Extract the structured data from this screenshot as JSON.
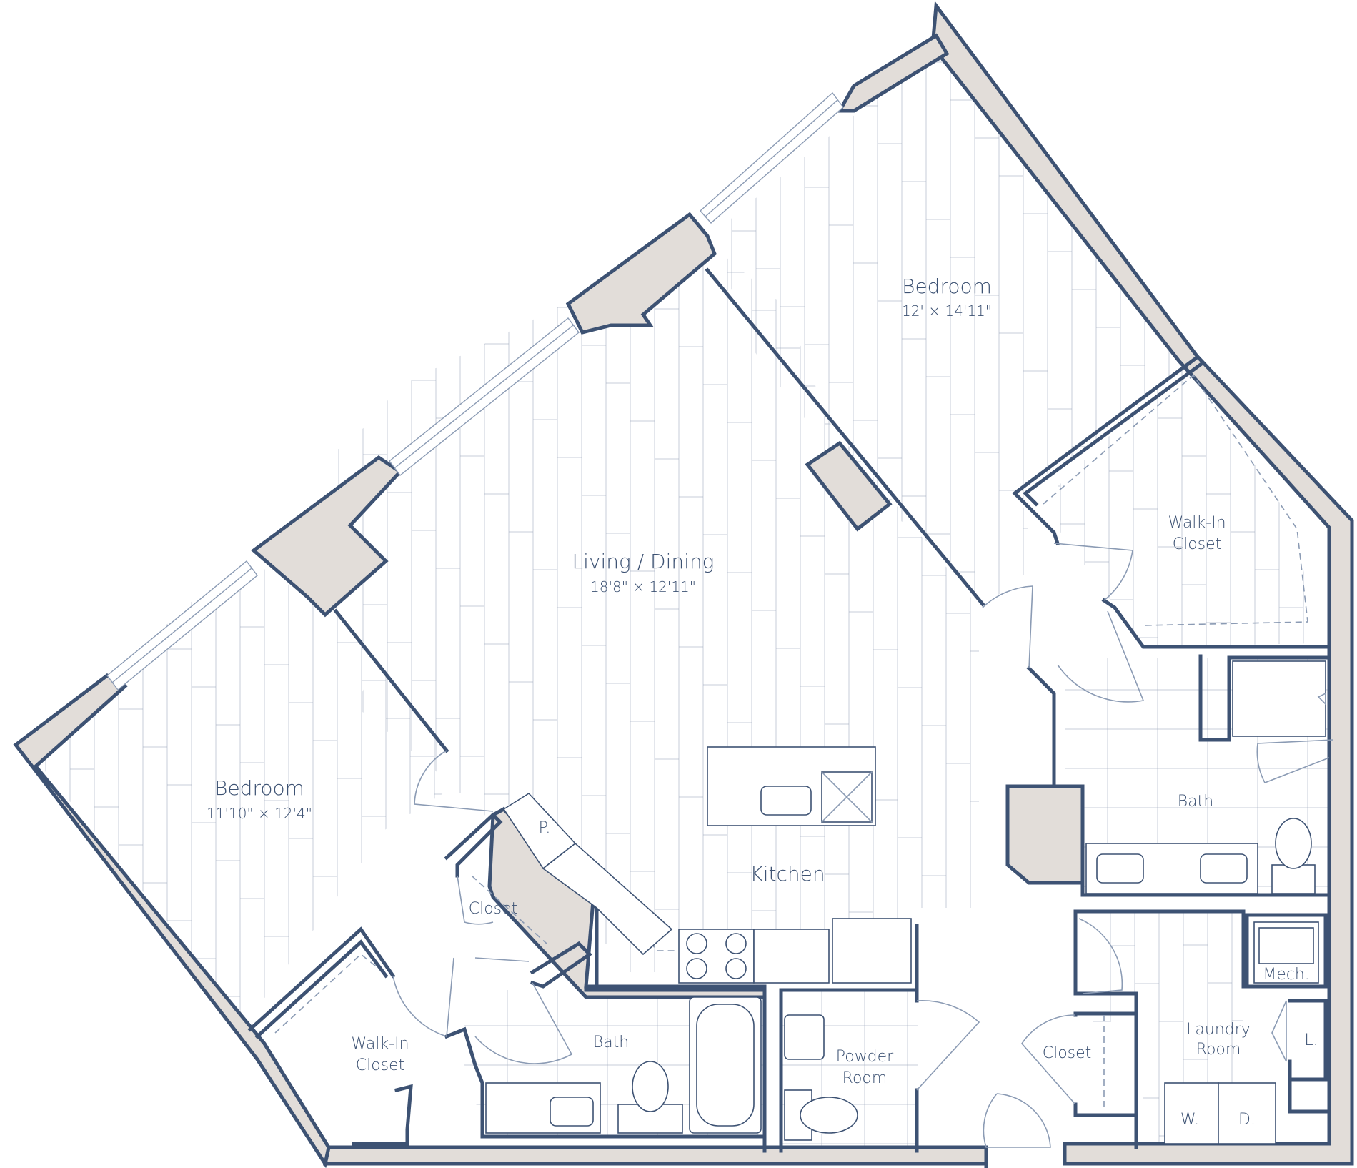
{
  "rooms": {
    "bedroom_north": {
      "name": "Bedroom",
      "dims": "12' × 14'11\""
    },
    "living_dining": {
      "name": "Living / Dining",
      "dims": "18'8\" × 12'11\""
    },
    "bedroom_west": {
      "name": "Bedroom",
      "dims": "11'10\" × 12'4\""
    },
    "walkin_east": {
      "line1": "Walk-In",
      "line2": "Closet"
    },
    "walkin_west": {
      "line1": "Walk-In",
      "line2": "Closet"
    },
    "kitchen": {
      "name": "Kitchen"
    },
    "pantry": {
      "name": "P."
    },
    "closet_west": {
      "name": "Closet"
    },
    "bath_west": {
      "name": "Bath"
    },
    "bath_east": {
      "name": "Bath"
    },
    "powder_room": {
      "line1": "Powder",
      "line2": "Room"
    },
    "closet_east": {
      "name": "Closet"
    },
    "laundry_room": {
      "line1": "Laundry",
      "line2": "Room"
    },
    "mech": {
      "name": "Mech."
    },
    "linen": {
      "name": "L."
    },
    "washer": {
      "name": "W."
    },
    "dryer": {
      "name": "D."
    }
  },
  "colors": {
    "wall_stroke": "#3d5273",
    "wall_fill": "#e2ddd9",
    "label": "#3d5273",
    "linework": "#8b9bb4"
  }
}
